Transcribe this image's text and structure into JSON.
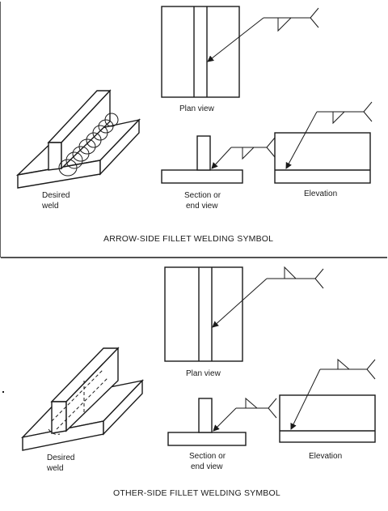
{
  "top_panel": {
    "title": "ARROW-SIDE FILLET WELDING SYMBOL",
    "labels": {
      "plan_view": "Plan view",
      "desired_weld_1": "Desired",
      "desired_weld_2": "weld",
      "section_1": "Section or",
      "section_2": "end view",
      "elevation": "Elevation"
    }
  },
  "bottom_panel": {
    "title": "OTHER-SIDE FILLET WELDING SYMBOL",
    "labels": {
      "plan_view": "Plan view",
      "desired_weld_1": "Desired",
      "desired_weld_2": "weld",
      "section_1": "Section or",
      "section_2": "end view",
      "elevation": "Elevation"
    }
  }
}
